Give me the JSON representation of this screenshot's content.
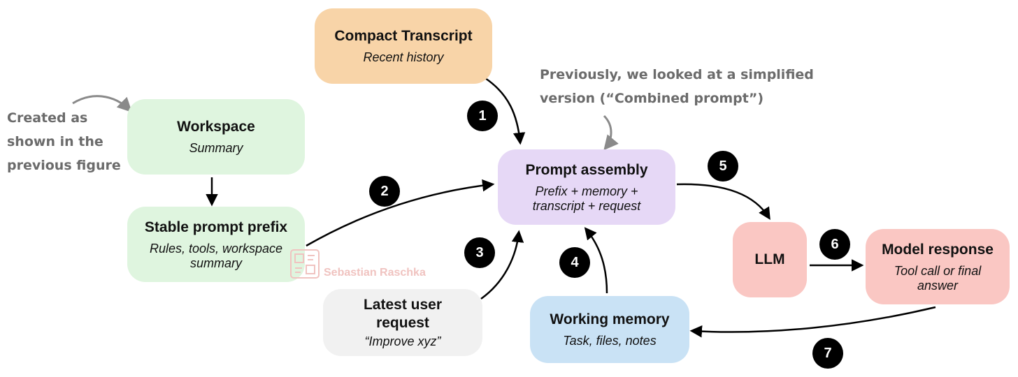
{
  "boxes": {
    "compact_transcript": {
      "title": "Compact Transcript",
      "subtitle": "Recent history"
    },
    "workspace": {
      "title": "Workspace",
      "subtitle": "Summary"
    },
    "stable_prefix": {
      "title": "Stable prompt prefix",
      "subtitle": "Rules, tools, workspace summary"
    },
    "prompt_assembly": {
      "title": "Prompt assembly",
      "subtitle": "Prefix + memory + transcript + request"
    },
    "latest_request": {
      "title": "Latest user request",
      "subtitle": "“Improve xyz”"
    },
    "working_memory": {
      "title": "Working memory",
      "subtitle": "Task, files, notes"
    },
    "llm": {
      "title": "LLM"
    },
    "model_response": {
      "title": "Model response",
      "subtitle": "Tool call or final answer"
    }
  },
  "steps": [
    "1",
    "2",
    "3",
    "4",
    "5",
    "6",
    "7"
  ],
  "notes": {
    "left": [
      "Created as",
      "shown in the",
      "previous figure"
    ],
    "top": [
      "Previously, we looked at a simplified",
      "version (“Combined prompt”)"
    ]
  },
  "watermark": "Sebastian Raschka",
  "colors": {
    "green": "#dff5df",
    "orange": "#f8d4a8",
    "purple": "#e6d8f6",
    "blue": "#c9e2f5",
    "gray": "#f1f1f1",
    "red": "#fac7c3"
  }
}
